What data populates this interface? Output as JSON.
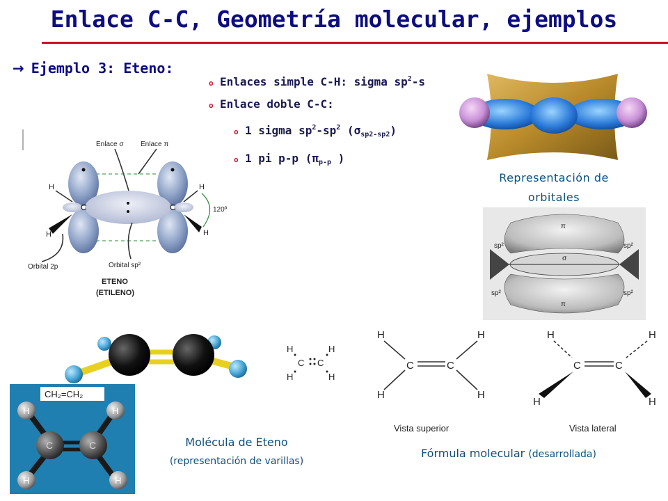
{
  "title": "Enlace C-C,  Geometría molecular, ejemplos",
  "example": {
    "arrow": "→",
    "label": "Ejemplo 3:  Eteno:"
  },
  "bullets": {
    "b1_text": "Enlaces simple C-H: sigma sp",
    "b1_sup": "2",
    "b1_tail": "-s",
    "b2_text": "Enlace doble C-C:",
    "b3_pre": "1 sigma sp",
    "b3_sup1": "2",
    "b3_mid": "-sp",
    "b3_sup2": "2",
    "b3_open": " (σ",
    "b3_sub": "sp2-sp2",
    "b3_close": ")",
    "b4_pre": "1 pi p-p (π",
    "b4_sub": "p-p",
    "b4_close": " )"
  },
  "orbital_diagram": {
    "enlace_sigma": "Enlace σ",
    "enlace_pi": "Enlace π",
    "angle": "120º",
    "orbital_2p": "Orbital 2p",
    "orbital_sp2": "Orbital sp²",
    "name": "ETENO",
    "alt_name": "(ETILENO)",
    "h": "H",
    "c": "C"
  },
  "captions": {
    "orbitals": "Representación de orbitales",
    "molecule_line1": "Molécula de Eteno",
    "molecule_line2": "(representación de varillas)",
    "formula_main": "Fórmula molecular ",
    "formula_small": "(desarrollada)"
  },
  "structures": {
    "ch2": "CH₂=CH₂",
    "vista_superior": "Vista superior",
    "vista_lateral": "Vista lateral",
    "h": "H",
    "c": "C"
  },
  "gray_orbital_labels": {
    "pi": "π",
    "sp2": "sp²",
    "sigma": "σ"
  },
  "colors": {
    "title": "#0d0d80",
    "accent_red": "#c8102e",
    "caption": "#0d5080",
    "carbon_black": "#111111",
    "hydrogen_blue": "#4aa8d8",
    "bond_yellow": "#e8d020"
  }
}
